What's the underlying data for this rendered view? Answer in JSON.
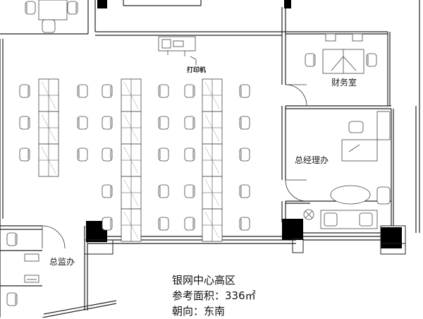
{
  "floorplan": {
    "rooms": {
      "finance": "财务室",
      "gm_office": "总经理办",
      "supervisor": "总监办"
    },
    "printer_label": "打印机"
  },
  "info": {
    "name": "银网中心高区",
    "area": "参考面积：336㎡",
    "orientation": "朝向：东南"
  },
  "colors": {
    "wall": "#222222",
    "furniture": "#444444",
    "column": "#000000"
  }
}
